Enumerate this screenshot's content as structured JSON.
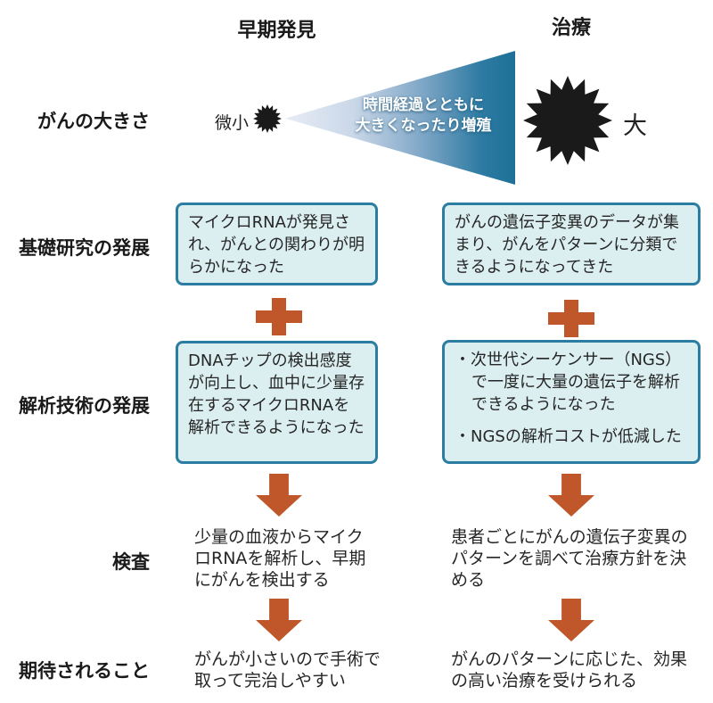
{
  "headers": {
    "early_detection": "早期発見",
    "treatment": "治療"
  },
  "row_labels": {
    "cancer_size": "がんの大きさ",
    "basic_research": "基礎研究の発展",
    "analysis_tech": "解析技術の発展",
    "testing": "検査",
    "expectations": "期待されること"
  },
  "cancer_size": {
    "tiny": "微小",
    "large": "大",
    "cone_line1": "時間経過とともに",
    "cone_line2": "大きくなったり増殖"
  },
  "basic_research": {
    "left_box": "マイクロRNAが発見され、がんとの関わりが明らかになった",
    "right_box": "がんの遺伝子変異のデータが集まり、がんをパターンに分類できるようになってきた"
  },
  "analysis_tech": {
    "left_box": "DNAチップの検出感度が向上し、血中に少量存在するマイクロRNAを解析できるようになった",
    "right_box_item1": "・次世代シーケンサー（NGS）で一度に大量の遺伝子を解析できるようになった",
    "right_box_item2": "・NGSの解析コストが低減した"
  },
  "testing": {
    "left_text": "少量の血液からマイクロRNAを解析し、早期にがんを検出する",
    "right_text": "患者ごとにがんの遺伝子変異のパターンを調べて治療方針を決める"
  },
  "expectations": {
    "left_text": "がんが小さいので手術で取って完治しやすい",
    "right_text": "がんのパターンに応じた、効果の高い治療を受けられる"
  },
  "icons": {
    "small_cancer": "starburst-small-icon",
    "large_cancer": "starburst-large-icon",
    "plus": "plus-icon",
    "down_arrow": "down-arrow-icon"
  },
  "colors": {
    "accent_orange": "#bf572a",
    "box_border": "#2b7da1",
    "box_background": "#dbeef0",
    "cone_dark": "#1d7096",
    "cone_light": "#e8edf5",
    "ink": "#1a1a1a"
  }
}
